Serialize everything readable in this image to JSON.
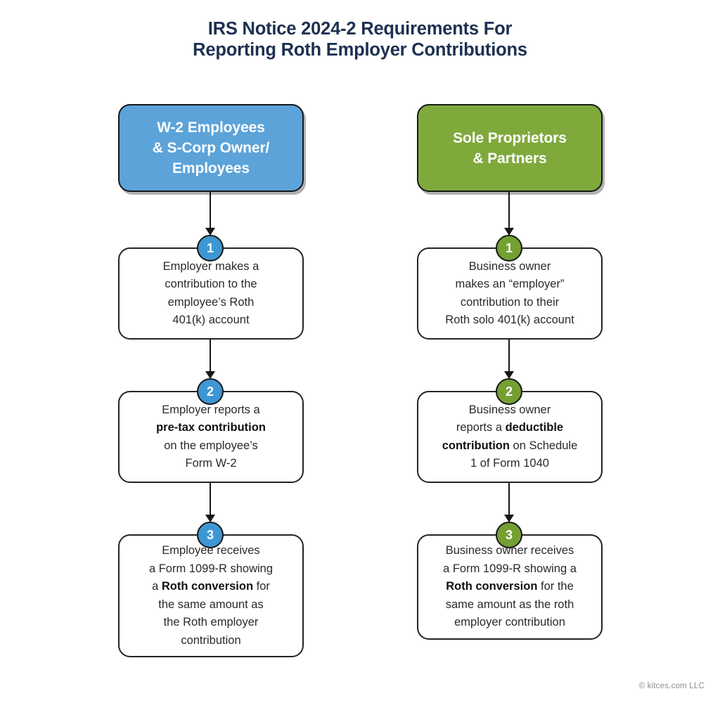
{
  "title": {
    "line1": "IRS Notice 2024-2 Requirements For",
    "line2": "Reporting Roth Employer Contributions",
    "color": "#1c3151"
  },
  "colors": {
    "blue": "#5ba3d9",
    "blue_badge": "#3d97d3",
    "green": "#80a93c",
    "green_badge": "#74a032",
    "outline": "#171717",
    "background": "#ffffff",
    "body_text": "#2a2a2a",
    "footer_text": "#8d8d8d"
  },
  "columns": [
    {
      "id": "w2",
      "header": {
        "line1": "W-2 Employees",
        "line2": "& S-Corp Owner/",
        "line3": "Employees"
      },
      "steps": [
        {
          "number": "1",
          "lines": [
            "Employer makes a",
            "contribution to the",
            "employee’s Roth",
            "401(k) account"
          ]
        },
        {
          "number": "2",
          "lines": [
            "Employer reports a",
            "pre-tax contribution",
            "on the employee’s",
            "Form W-2"
          ],
          "bold_phrase": "pre-tax contribution"
        },
        {
          "number": "3",
          "lines": [
            "Employee receives",
            "a Form 1099-R showing",
            "a Roth conversion for",
            "the same amount as",
            "the Roth employer",
            "contribution"
          ],
          "bold_phrase": "Roth conversion"
        }
      ]
    },
    {
      "id": "sole",
      "header": {
        "line1": "Sole Proprietors",
        "line2": "& Partners",
        "line3": ""
      },
      "steps": [
        {
          "number": "1",
          "lines": [
            "Business owner",
            "makes an “employer”",
            "contribution to their",
            "Roth solo 401(k) account"
          ]
        },
        {
          "number": "2",
          "lines": [
            "Business owner",
            "reports a deductible",
            "contribution on Schedule",
            "1 of Form 1040"
          ],
          "bold_phrase": "deductible contribution"
        },
        {
          "number": "3",
          "lines": [
            "Business owner receives",
            "a Form 1099-R showing a",
            "Roth conversion for the",
            "same amount as the roth",
            "employer contribution"
          ],
          "bold_phrase": "Roth conversion"
        }
      ]
    }
  ],
  "footer": {
    "credit": "© kitces.com LLC"
  }
}
